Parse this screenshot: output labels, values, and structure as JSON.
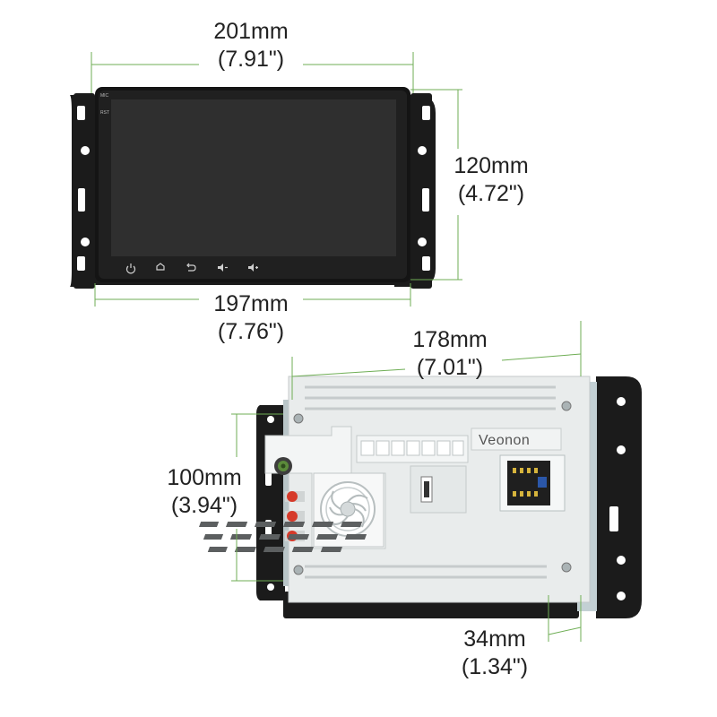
{
  "dimensions": {
    "front_width_top": {
      "value": "201mm",
      "inch": "(7.91\")"
    },
    "front_width_bottom": {
      "value": "197mm",
      "inch": "(7.76\")"
    },
    "front_height": {
      "value": "120mm",
      "inch": "(4.72\")"
    },
    "back_width": {
      "value": "178mm",
      "inch": "(7.01\")"
    },
    "back_height": {
      "value": "100mm",
      "inch": "(3.94\")"
    },
    "depth": {
      "value": "34mm",
      "inch": "(1.34\")"
    }
  },
  "device": {
    "front_labels": {
      "mic": "MIC",
      "rst": "RST"
    },
    "brand": "Veonon"
  },
  "colors": {
    "dimension_line": "#6fae55",
    "frame": "#1b1b1b",
    "screen": "#2f2f2f",
    "back_panel": "#e9ecec",
    "accent_red": "#d63a2a"
  },
  "icons": [
    "power-icon",
    "home-icon",
    "back-icon",
    "volume-down-icon",
    "volume-up-icon"
  ]
}
